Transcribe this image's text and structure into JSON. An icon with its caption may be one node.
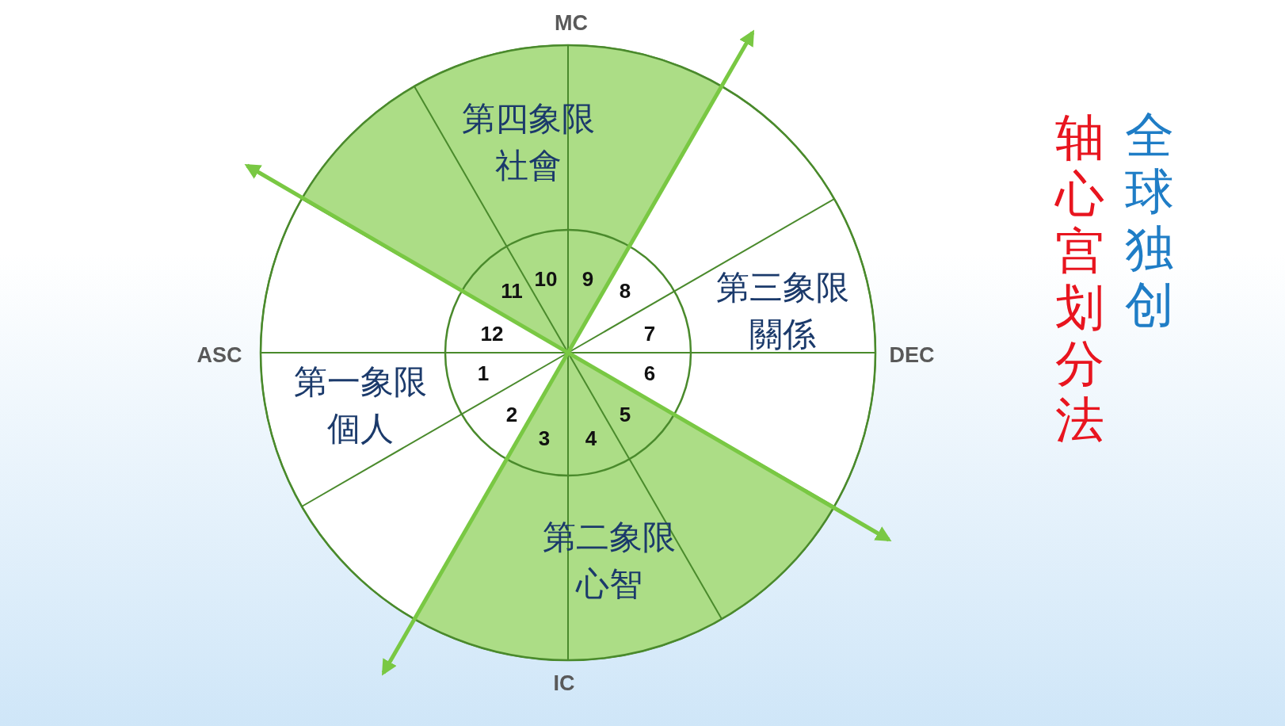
{
  "diagram": {
    "nodes": [
      {
        "text": [
          "第四象限",
          "社會"
        ]
      },
      {
        "text": [
          "第三象限",
          "關係"
        ]
      },
      {
        "text": [
          "第一象限",
          "個人"
        ]
      },
      {
        "text": [
          "第二象限",
          "心智"
        ]
      }
    ],
    "labels": [
      "MC",
      "10",
      "9",
      "11",
      "8",
      "12",
      "7",
      "ASC",
      "DEC",
      "1",
      "6",
      "2",
      "5",
      "3",
      "4",
      "IC",
      "全球独创",
      "轴心宫划分法"
    ]
  }
}
